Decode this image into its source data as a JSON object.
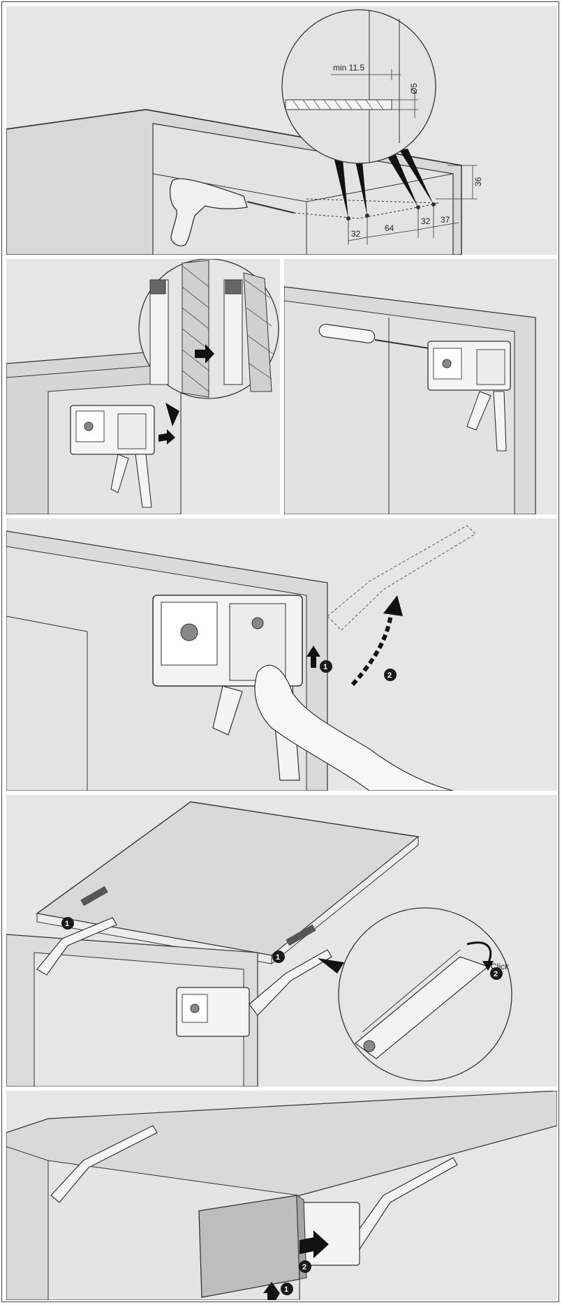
{
  "step1": {
    "dims": {
      "min": "min 11.5",
      "dia": "Ø5",
      "h36": "36",
      "d32a": "32",
      "d64": "64",
      "d32b": "32",
      "d37": "37"
    }
  },
  "step4": {
    "badge1": "1",
    "badge2": "2"
  },
  "step5": {
    "badge1a": "1",
    "badge1b": "1",
    "badge2": "2",
    "click": "Click"
  },
  "step6": {
    "badge1": "1",
    "badge2": "2"
  },
  "colors": {
    "panel": "#e6e6e6",
    "line": "#333333",
    "badge": "#1a1a1a"
  }
}
